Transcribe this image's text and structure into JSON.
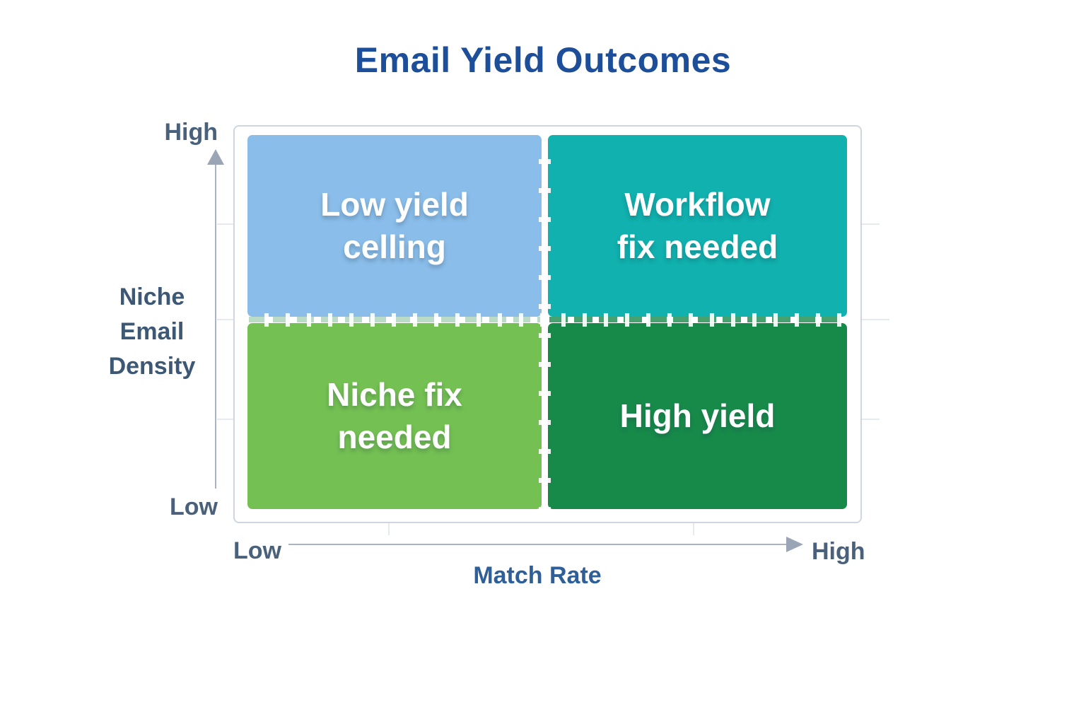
{
  "title": "Email Yield Outcomes",
  "colors": {
    "title_text": "#1d4e99",
    "axis_line": "#a9b3c2",
    "axis_arrow": "#9aa6b6",
    "axis_end_label_text": "#4a617c",
    "y_axis_title_text": "#3d5875",
    "x_axis_title_text": "#2f5f98",
    "frame_border": "#cfd6e0",
    "gridline": "#e5e9f0",
    "quadrant_label_text": "#ffffff",
    "quadrant_top_left": "#8abde9",
    "quadrant_top_right": "#10b1ae",
    "quadrant_bottom_left": "#74c052",
    "quadrant_bottom_right": "#178a4a"
  },
  "y_axis": {
    "title": "Niche\nEmail\nDensity",
    "max_label": "High",
    "min_label": "Low"
  },
  "x_axis": {
    "title": "Match Rate",
    "min_label": "Low",
    "max_label": "High"
  },
  "quadrants": {
    "top_left": {
      "label": "Low yield\ncelling",
      "color": "#8abde9"
    },
    "top_right": {
      "label": "Workflow\nfix needed",
      "color": "#10b1ae"
    },
    "bottom_left": {
      "label": "Niche fix\nneeded",
      "color": "#74c052"
    },
    "bottom_right": {
      "label": "High yield",
      "color": "#178a4a"
    }
  }
}
